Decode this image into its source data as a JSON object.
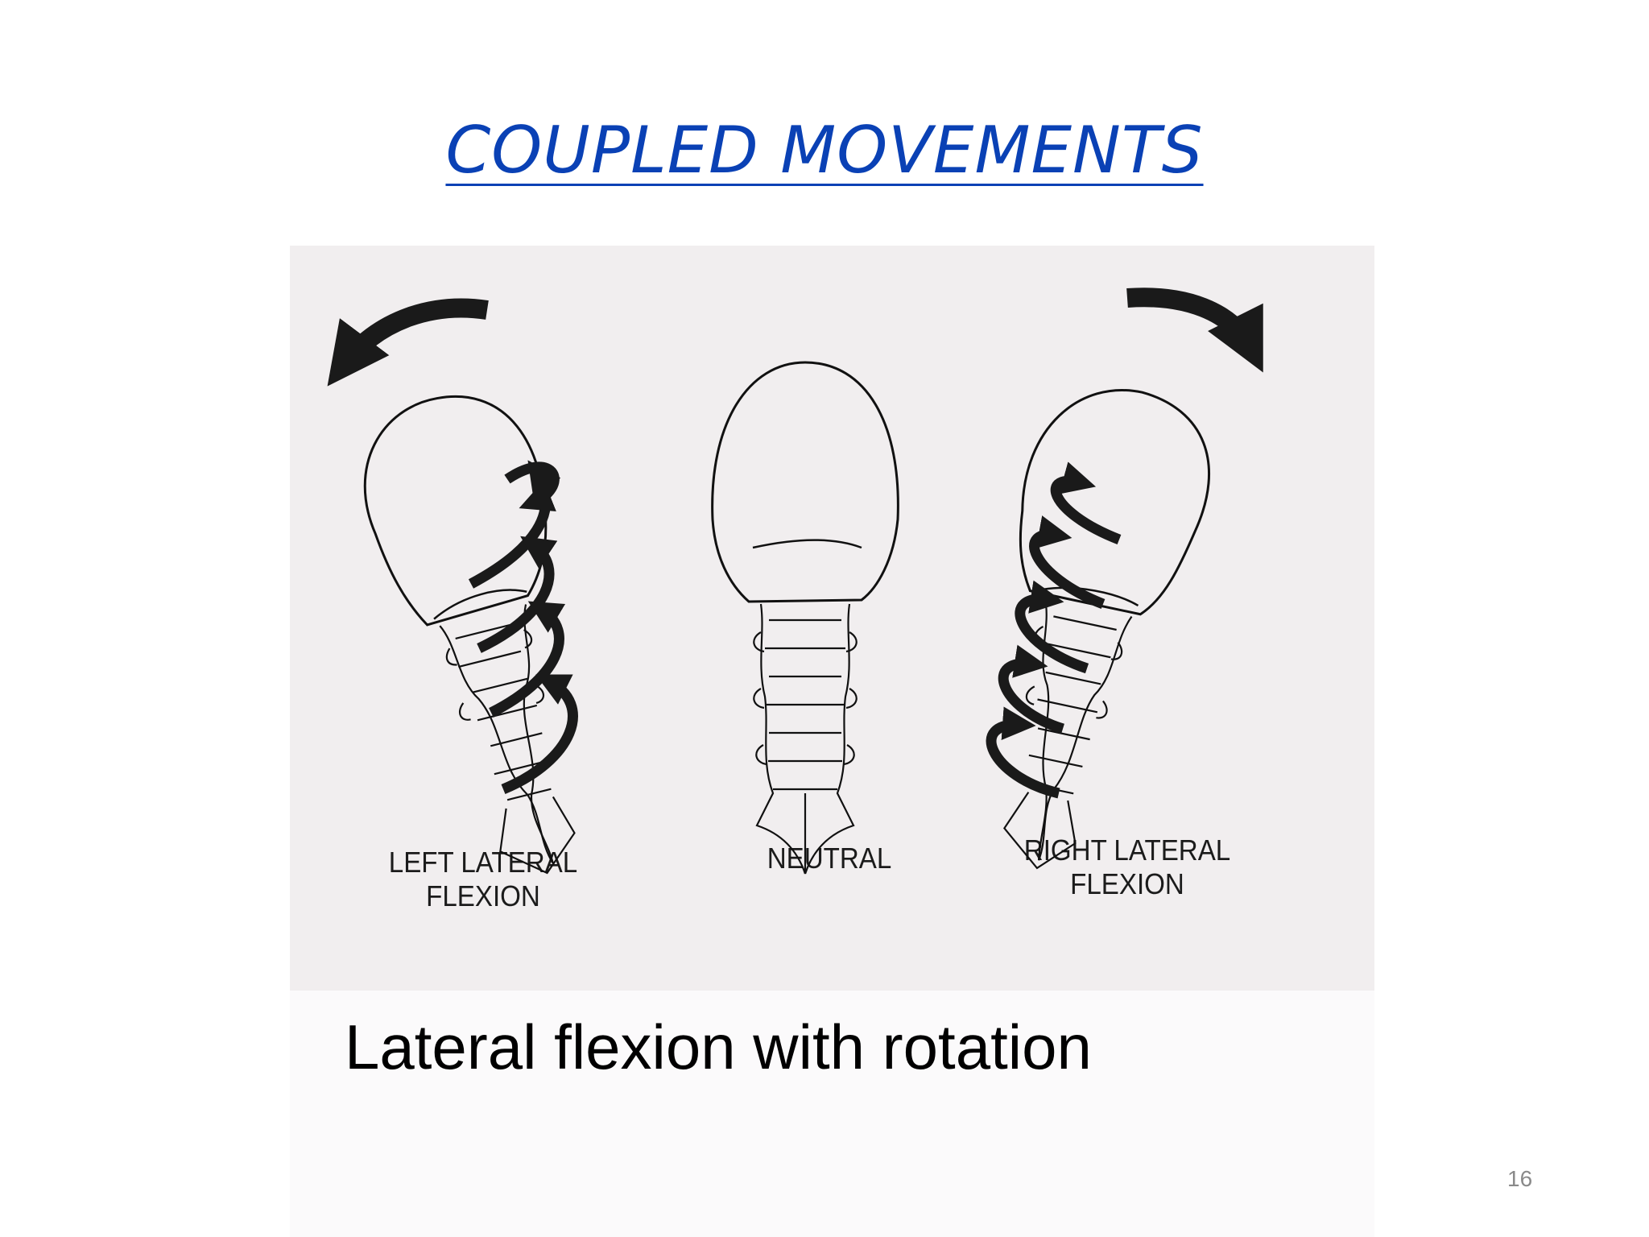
{
  "slide": {
    "title": "COUPLED MOVEMENTS",
    "caption": "Lateral flexion with rotation",
    "page_number": "16"
  },
  "figure": {
    "labels": {
      "left_line1": "LEFT LATERAL",
      "left_line2": "FLEXION",
      "neutral": "NEUTRAL",
      "right_line1": "RIGHT LATERAL",
      "right_line2": "FLEXION"
    }
  },
  "colors": {
    "title": "#0a41b5",
    "caption": "#000000",
    "figure_background": "#f1eeef"
  },
  "icons": [
    "rotation-arrow-icon",
    "spiral-arrow-icon"
  ]
}
